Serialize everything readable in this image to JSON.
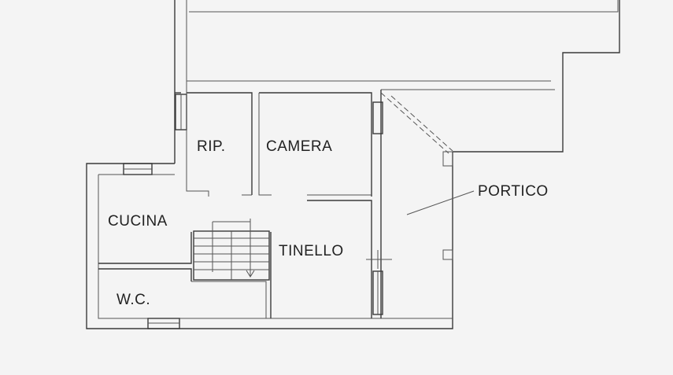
{
  "rooms": {
    "rip": "RIP.",
    "camera": "CAMERA",
    "portico": "PORTICO",
    "cucina": "CUCINA",
    "tinello": "TINELLO",
    "wc": "W.C."
  },
  "colors": {
    "background": "#f4f4f4",
    "lines": "#3a3a3a"
  }
}
